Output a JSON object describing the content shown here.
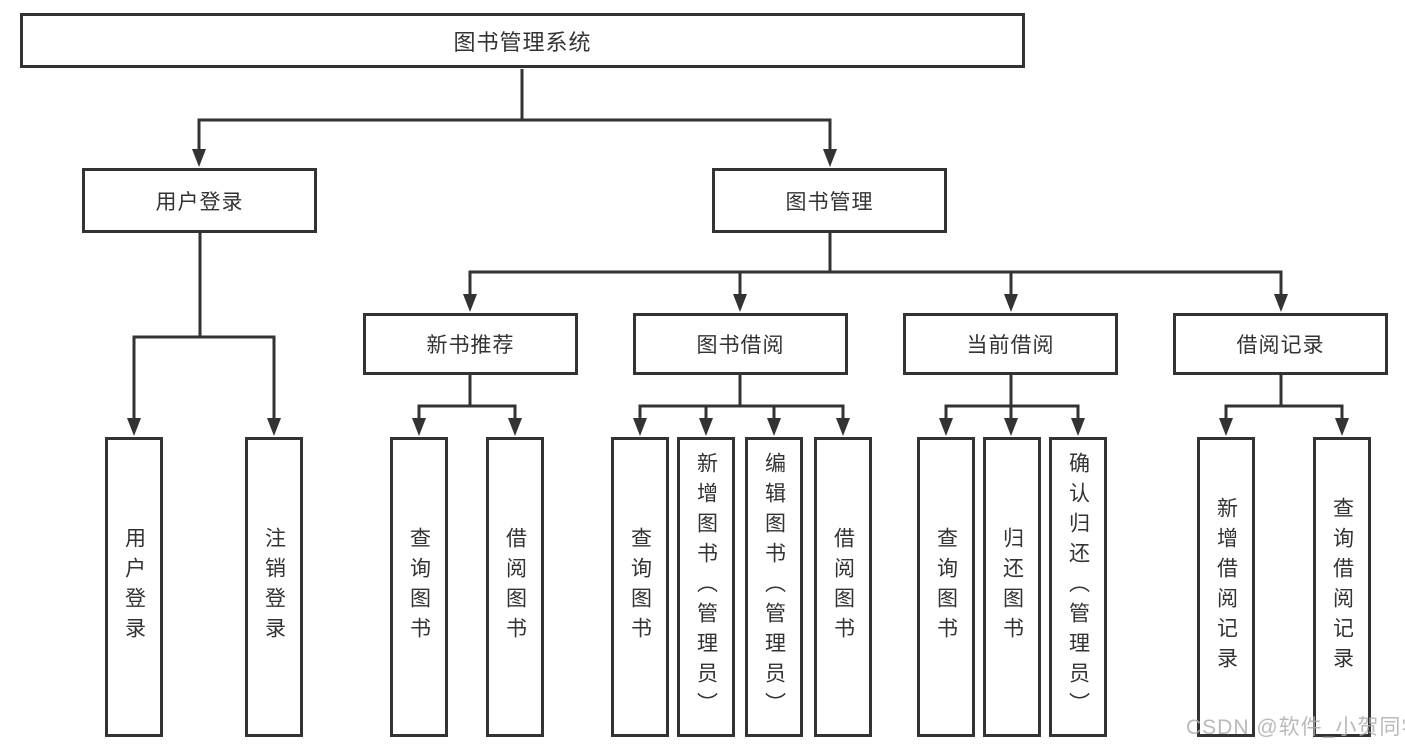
{
  "watermark": "CSDN @软件_小贺同学",
  "diagram": {
    "type": "hierarchy-tree",
    "root": {
      "label": "图书管理系统"
    },
    "branches": [
      {
        "label": "用户登录",
        "children": [
          {
            "label": "用户登录"
          },
          {
            "label": "注销登录"
          }
        ]
      },
      {
        "label": "图书管理",
        "children": [
          {
            "label": "新书推荐",
            "children": [
              {
                "label": "查询图书"
              },
              {
                "label": "借阅图书"
              }
            ]
          },
          {
            "label": "图书借阅",
            "children": [
              {
                "label": "查询图书"
              },
              {
                "label": "新增图书（管理员）"
              },
              {
                "label": "编辑图书（管理员）"
              },
              {
                "label": "借阅图书"
              }
            ]
          },
          {
            "label": "当前借阅",
            "children": [
              {
                "label": "查询图书"
              },
              {
                "label": "归还图书"
              },
              {
                "label": "确认归还（管理员）"
              }
            ]
          },
          {
            "label": "借阅记录",
            "children": [
              {
                "label": "新增借阅记录"
              },
              {
                "label": "查询借阅记录"
              }
            ]
          }
        ]
      }
    ],
    "colors": {
      "line": "#333333",
      "text": "#333333",
      "box_background": "#ffffff",
      "watermark": "#aeaeae",
      "background": "#ffffff"
    }
  }
}
